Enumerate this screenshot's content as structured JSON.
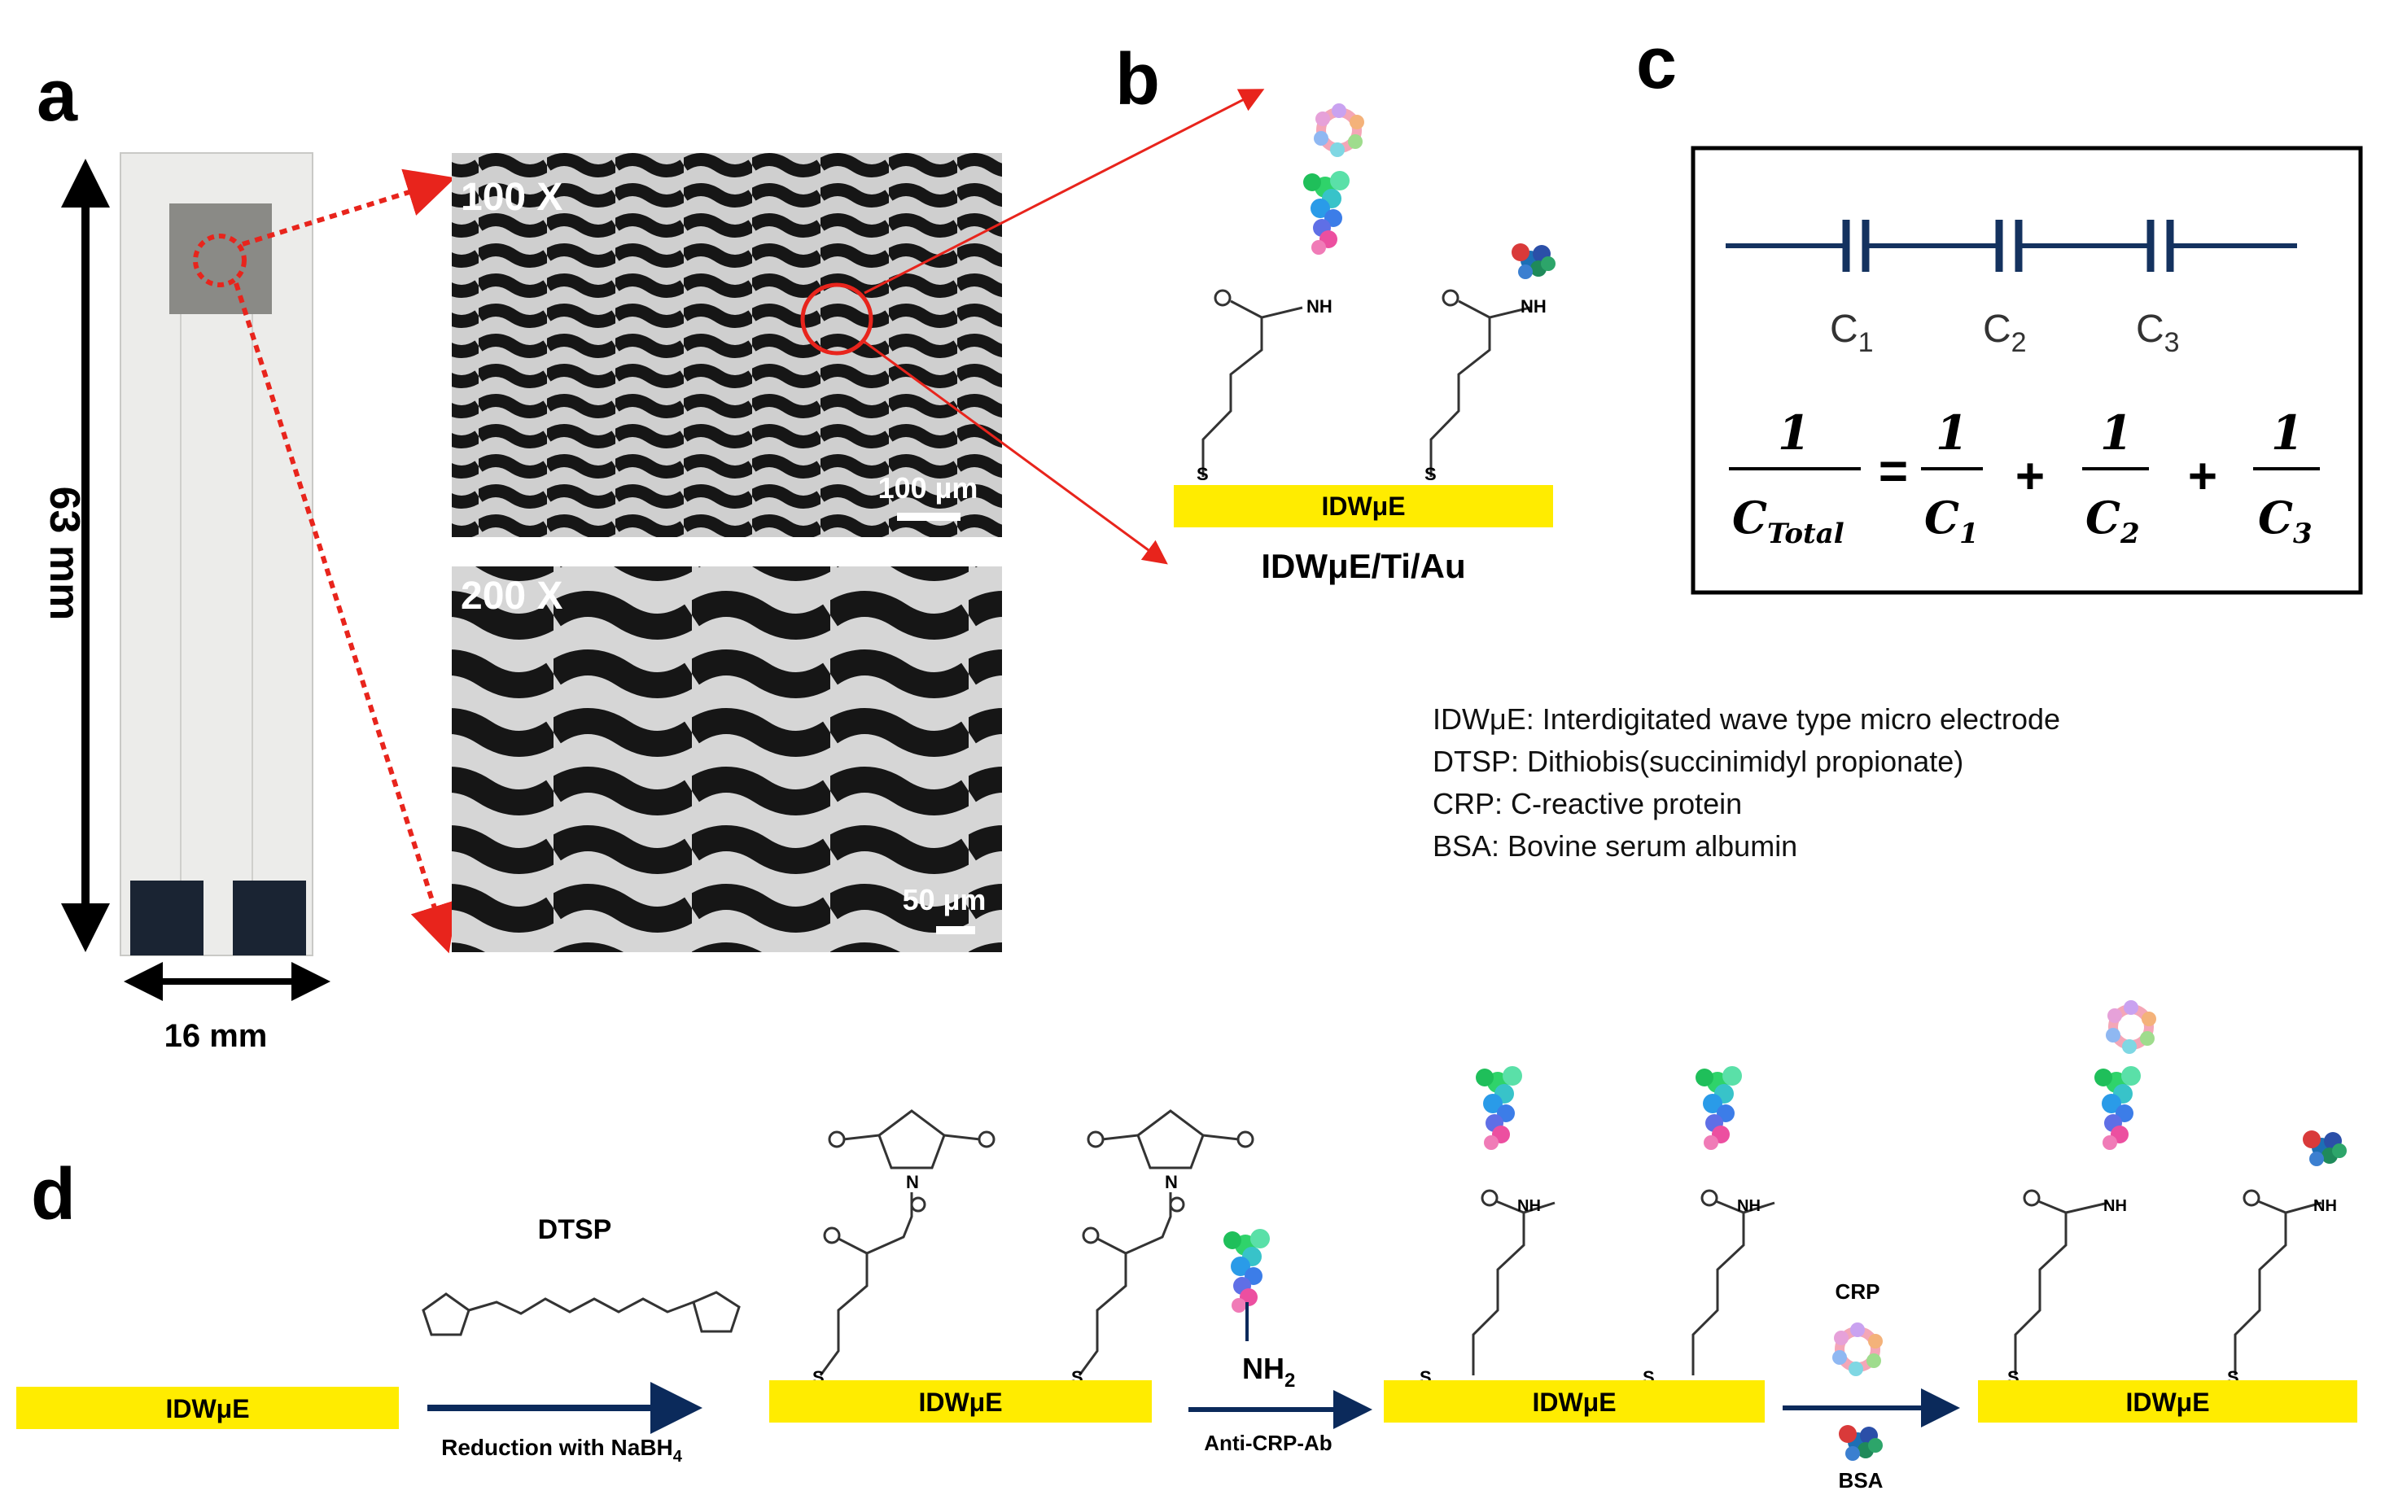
{
  "panel_a": {
    "letter": "a",
    "length_label": "63 mm",
    "width_label": "16 mm",
    "micrograph_top": {
      "magnification": "100 X",
      "scale_bar": "100 µm"
    },
    "micrograph_bottom": {
      "magnification": "200 X",
      "scale_bar": "50 µm"
    }
  },
  "panel_b": {
    "letter": "b",
    "substrate_label": "IDWμE",
    "caption": "IDWμE/Ti/Au",
    "nh_label": "NH",
    "s_label": "S"
  },
  "panel_c": {
    "letter": "c",
    "capacitor_labels": [
      {
        "base": "C",
        "sub": "1"
      },
      {
        "base": "C",
        "sub": "2"
      },
      {
        "base": "C",
        "sub": "3"
      }
    ],
    "equation": {
      "lhs_num": "1",
      "lhs_den_base": "C",
      "lhs_den_sub": "Total",
      "equals": "=",
      "plus": "+",
      "terms": [
        {
          "num": "1",
          "base": "C",
          "sub": "1"
        },
        {
          "num": "1",
          "base": "C",
          "sub": "2"
        },
        {
          "num": "1",
          "base": "C",
          "sub": "3"
        }
      ]
    }
  },
  "abbreviations": [
    "IDWμE: Interdigitated wave type micro electrode",
    "DTSP: Dithiobis(succinimidyl propionate)",
    "CRP: C-reactive protein",
    "BSA: Bovine serum albumin"
  ],
  "panel_d": {
    "letter": "d",
    "substrate_label": "IDWμE",
    "dtsp_label": "DTSP",
    "step1_caption": "Reduction with NaBH",
    "step1_caption_sub": "4",
    "nh2_label": "NH",
    "nh2_sub": "2",
    "step2_caption": "Anti-CRP-Ab",
    "crp_label": "CRP",
    "bsa_label": "BSA",
    "s_label": "S",
    "o_label": "O",
    "n_label": "N",
    "nh_label": "NH"
  },
  "colors": {
    "substrate_yellow": "#ffec00",
    "arrow_navy": "#0b2a5b",
    "red_callout": "#e8241c",
    "circuit_navy": "#14325f",
    "electrode_black": "#161616",
    "electrode_light": "#d4d4d4"
  }
}
